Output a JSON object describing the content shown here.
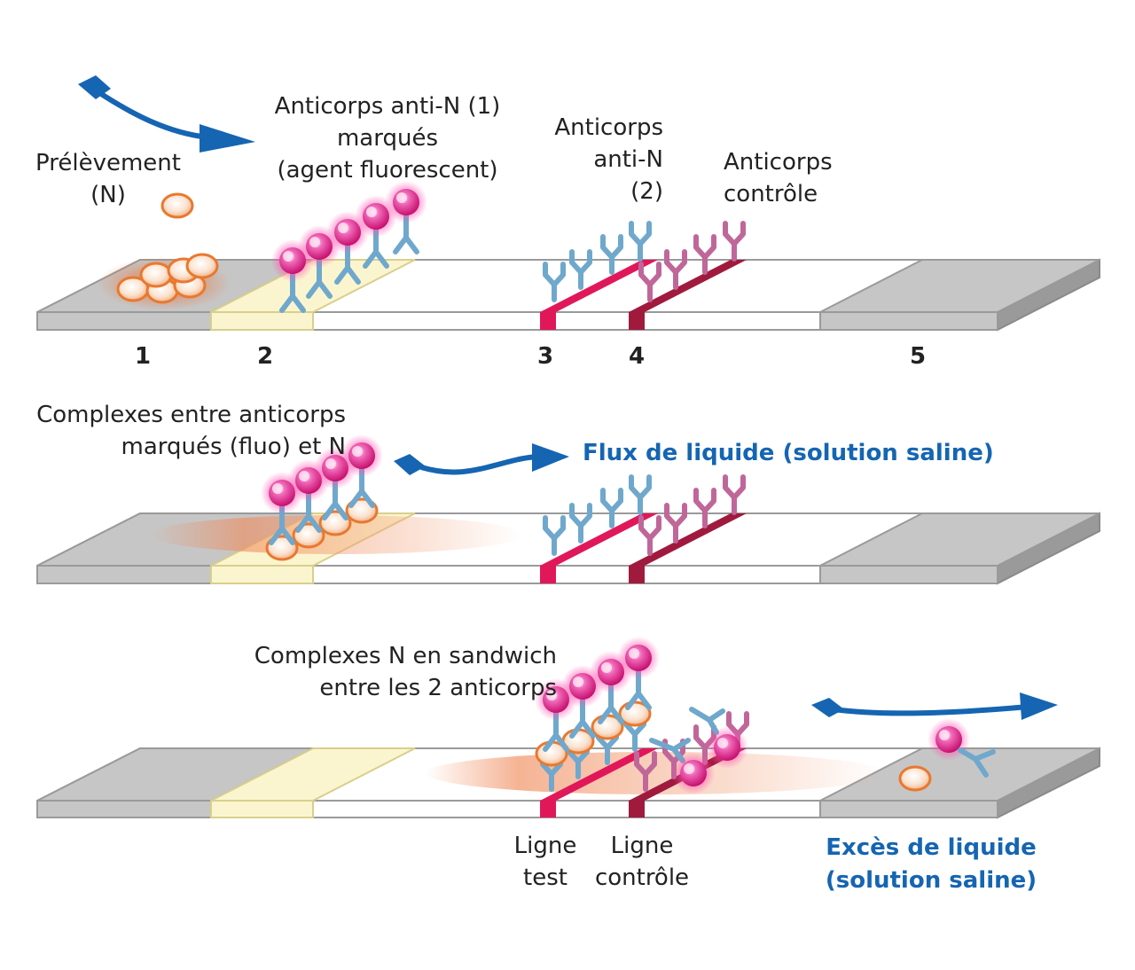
{
  "panel1": {
    "sample_label": [
      "Prélèvement",
      "(N)"
    ],
    "labeled_ab_label": [
      "Anticorps anti-N (1)",
      "marqués",
      "(agent fluorescent)"
    ],
    "anti_n2_label": [
      "Anticorps",
      "anti-N",
      "(2)"
    ],
    "control_ab_label": [
      "Anticorps",
      "contrôle"
    ],
    "zone_numbers": [
      "1",
      "2",
      "3",
      "4",
      "5"
    ]
  },
  "panel2": {
    "complex_label": [
      "Complexes entre anticorps",
      "marqués (fluo) et N"
    ],
    "flow_label": "Flux de liquide (solution saline)"
  },
  "panel3": {
    "sandwich_label": [
      "Complexes N en sandwich",
      "entre les 2 anticorps"
    ],
    "test_line_label": [
      "Ligne",
      "test"
    ],
    "control_line_label": [
      "Ligne",
      "contrôle"
    ],
    "excess_label": [
      "Excès de liquide",
      "(solution saline)"
    ]
  },
  "colors": {
    "text_accent": "#1565b2",
    "arrow": "#1565b2",
    "test_line": "#e0185a",
    "control_line": "#a01a3e",
    "antibody_blue": "#6fa8cc",
    "antibody_pink": "#c0679a",
    "fluorescent_bead": "#e01c8a",
    "antigen_orange": "#e8792f",
    "pad_gray": "#c6c6c6",
    "conjugate_pad": "#fbf5cf"
  }
}
